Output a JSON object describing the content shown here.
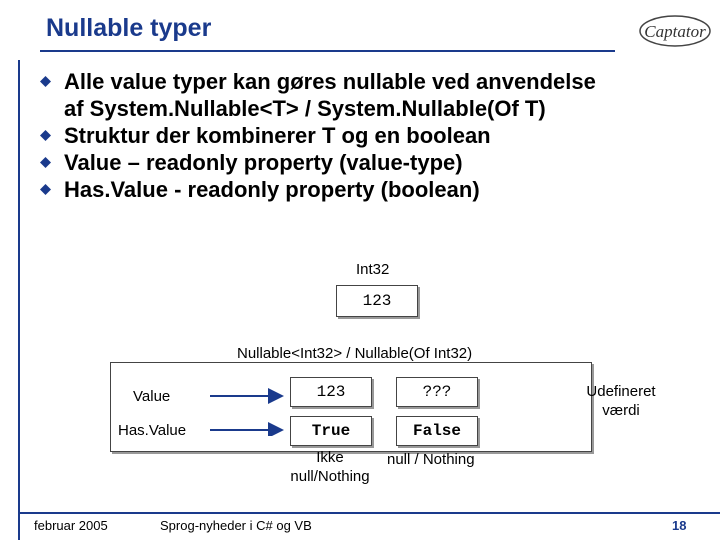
{
  "title": "Nullable typer",
  "logo": {
    "text": "Captator"
  },
  "bullets": [
    {
      "line1": "Alle value typer kan gøres nullable ved anvendelse",
      "line2": "af System.Nullable<T> / System.Nullable(Of T)"
    },
    {
      "line1": "Struktur der kombinerer T og en boolean"
    },
    {
      "line1": "Value – readonly property (value-type)"
    },
    {
      "line1": "Has.Value - readonly property (boolean)"
    }
  ],
  "diagram": {
    "int32_label": "Int32",
    "int32_value": "123",
    "nullable_label": "Nullable<Int32> / Nullable(Of Int32)",
    "value_label": "Value",
    "hasvalue_label": "Has.Value",
    "value_cell": "123",
    "unknown_cell": "???",
    "true_cell": "True",
    "false_cell": "False",
    "undefined_line1": "Udefineret",
    "undefined_line2": "værdi",
    "not_null_line1": "Ikke",
    "not_null_line2": "null/Nothing",
    "null_label": "null / Nothing"
  },
  "footer": {
    "date": "februar 2005",
    "subject": "Sprog-nyheder i C# og VB",
    "page": "18"
  },
  "colors": {
    "accent": "#1a3a8c",
    "page_number": "#1a3a8c"
  }
}
